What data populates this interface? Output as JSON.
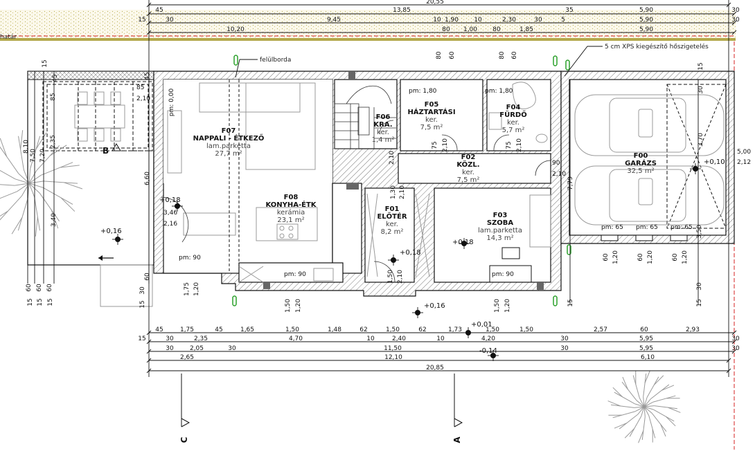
{
  "callouts": {
    "rib": "felülborda",
    "insulation": "5 cm XPS kiegészítő hőszigetelés",
    "boundary": "határ"
  },
  "sections": {
    "b": "B",
    "c": "C",
    "a": "A"
  },
  "rooms": [
    {
      "code": "F07",
      "name": "NAPPALI - ÉTKEZŐ",
      "floor": "lam.parketta",
      "area": "27,7 m²"
    },
    {
      "code": "F06",
      "name": "KRA.",
      "floor": "ker.",
      "area": "1,4 m²"
    },
    {
      "code": "F05",
      "name": "HÁZTARTÁSI",
      "floor": "ker.",
      "area": "7,5 m²"
    },
    {
      "code": "F04",
      "name": "FÜRDŐ",
      "floor": "ker.",
      "area": "5,7 m²"
    },
    {
      "code": "F02",
      "name": "KÖZL.",
      "floor": "ker.",
      "area": "7,5 m²"
    },
    {
      "code": "F08",
      "name": "KONYHA-ÉTK",
      "floor": "kerámia",
      "area": "23,1 m²"
    },
    {
      "code": "F01",
      "name": "ELŐTÉR",
      "floor": "ker.",
      "area": "8,2 m²"
    },
    {
      "code": "F03",
      "name": "SZOBA",
      "floor": "lam.parketta",
      "area": "14,3 m²"
    },
    {
      "code": "F00",
      "name": "GARÁZS",
      "floor": "",
      "area": "32,5 m²"
    }
  ],
  "levels": [
    "+0,18",
    "+0,16",
    "+0,18",
    "+0,18",
    "+0,16",
    "+0,01",
    "-0,14",
    "+0,10"
  ],
  "parapets": [
    "pm: 0,00",
    "pm: 1,80",
    "pm: 1,80",
    "pm: 90",
    "pm: 90",
    "pm: 90",
    "pm: 65",
    "pm: 65",
    "pm: 65"
  ],
  "dims": {
    "top": [
      [
        "20,55"
      ],
      [
        "45",
        "13,85",
        "35",
        "5,90",
        "30"
      ],
      [
        "15",
        "30",
        "9,45",
        "10",
        "1,90",
        "10",
        "2,30",
        "30",
        "5",
        "5,90",
        "30"
      ],
      [
        "10,20",
        "80",
        "1,00",
        "80",
        "1,85",
        "5,90"
      ]
    ],
    "bottom": [
      [
        "45",
        "1,75",
        "45",
        "1,65",
        "1,50",
        "1,48",
        "62",
        "1,50",
        "62",
        "1,73",
        "1,50",
        "1,50",
        "2,57",
        "60",
        "2,93"
      ],
      [
        "15",
        "30",
        "2,35",
        "4,70",
        "10",
        "2,40",
        "10",
        "4,20",
        "30",
        "5,95",
        "30"
      ],
      [
        "30",
        "2,05",
        "30",
        "11,50",
        "30",
        "5,95",
        "30"
      ],
      [
        "2,65",
        "12,10",
        "6,10"
      ],
      [
        "20,85"
      ]
    ],
    "left": [
      "8,10",
      "7,50",
      "7,20",
      "85",
      "2,35",
      "3,40",
      "15",
      "45",
      "45",
      "60",
      "60",
      "60",
      "15",
      "15",
      "15",
      "6,60",
      "60",
      "30",
      "15"
    ],
    "openings": [
      "80",
      "60",
      "80",
      "60",
      "85",
      "2,10",
      "3,46",
      "2,16",
      "75",
      "2,10",
      "75",
      "2,10",
      "2,10",
      "90",
      "2,10",
      "1,30",
      "2,10",
      "1,50",
      "2,10",
      "1,75",
      "1,20",
      "1,50",
      "1,20",
      "1,50",
      "1,20",
      "60",
      "1,20",
      "60",
      "1,20",
      "60",
      "1,20"
    ],
    "garage": [
      "15",
      "30",
      "3,70",
      "7,79",
      "3,50",
      "30",
      "15",
      "15",
      "5,00",
      "2,12"
    ]
  },
  "colors": {
    "ground": "#b3a84a",
    "boundary": "#d42020",
    "downpipe": "#2aa02a",
    "wall_hatch": "#777777"
  }
}
